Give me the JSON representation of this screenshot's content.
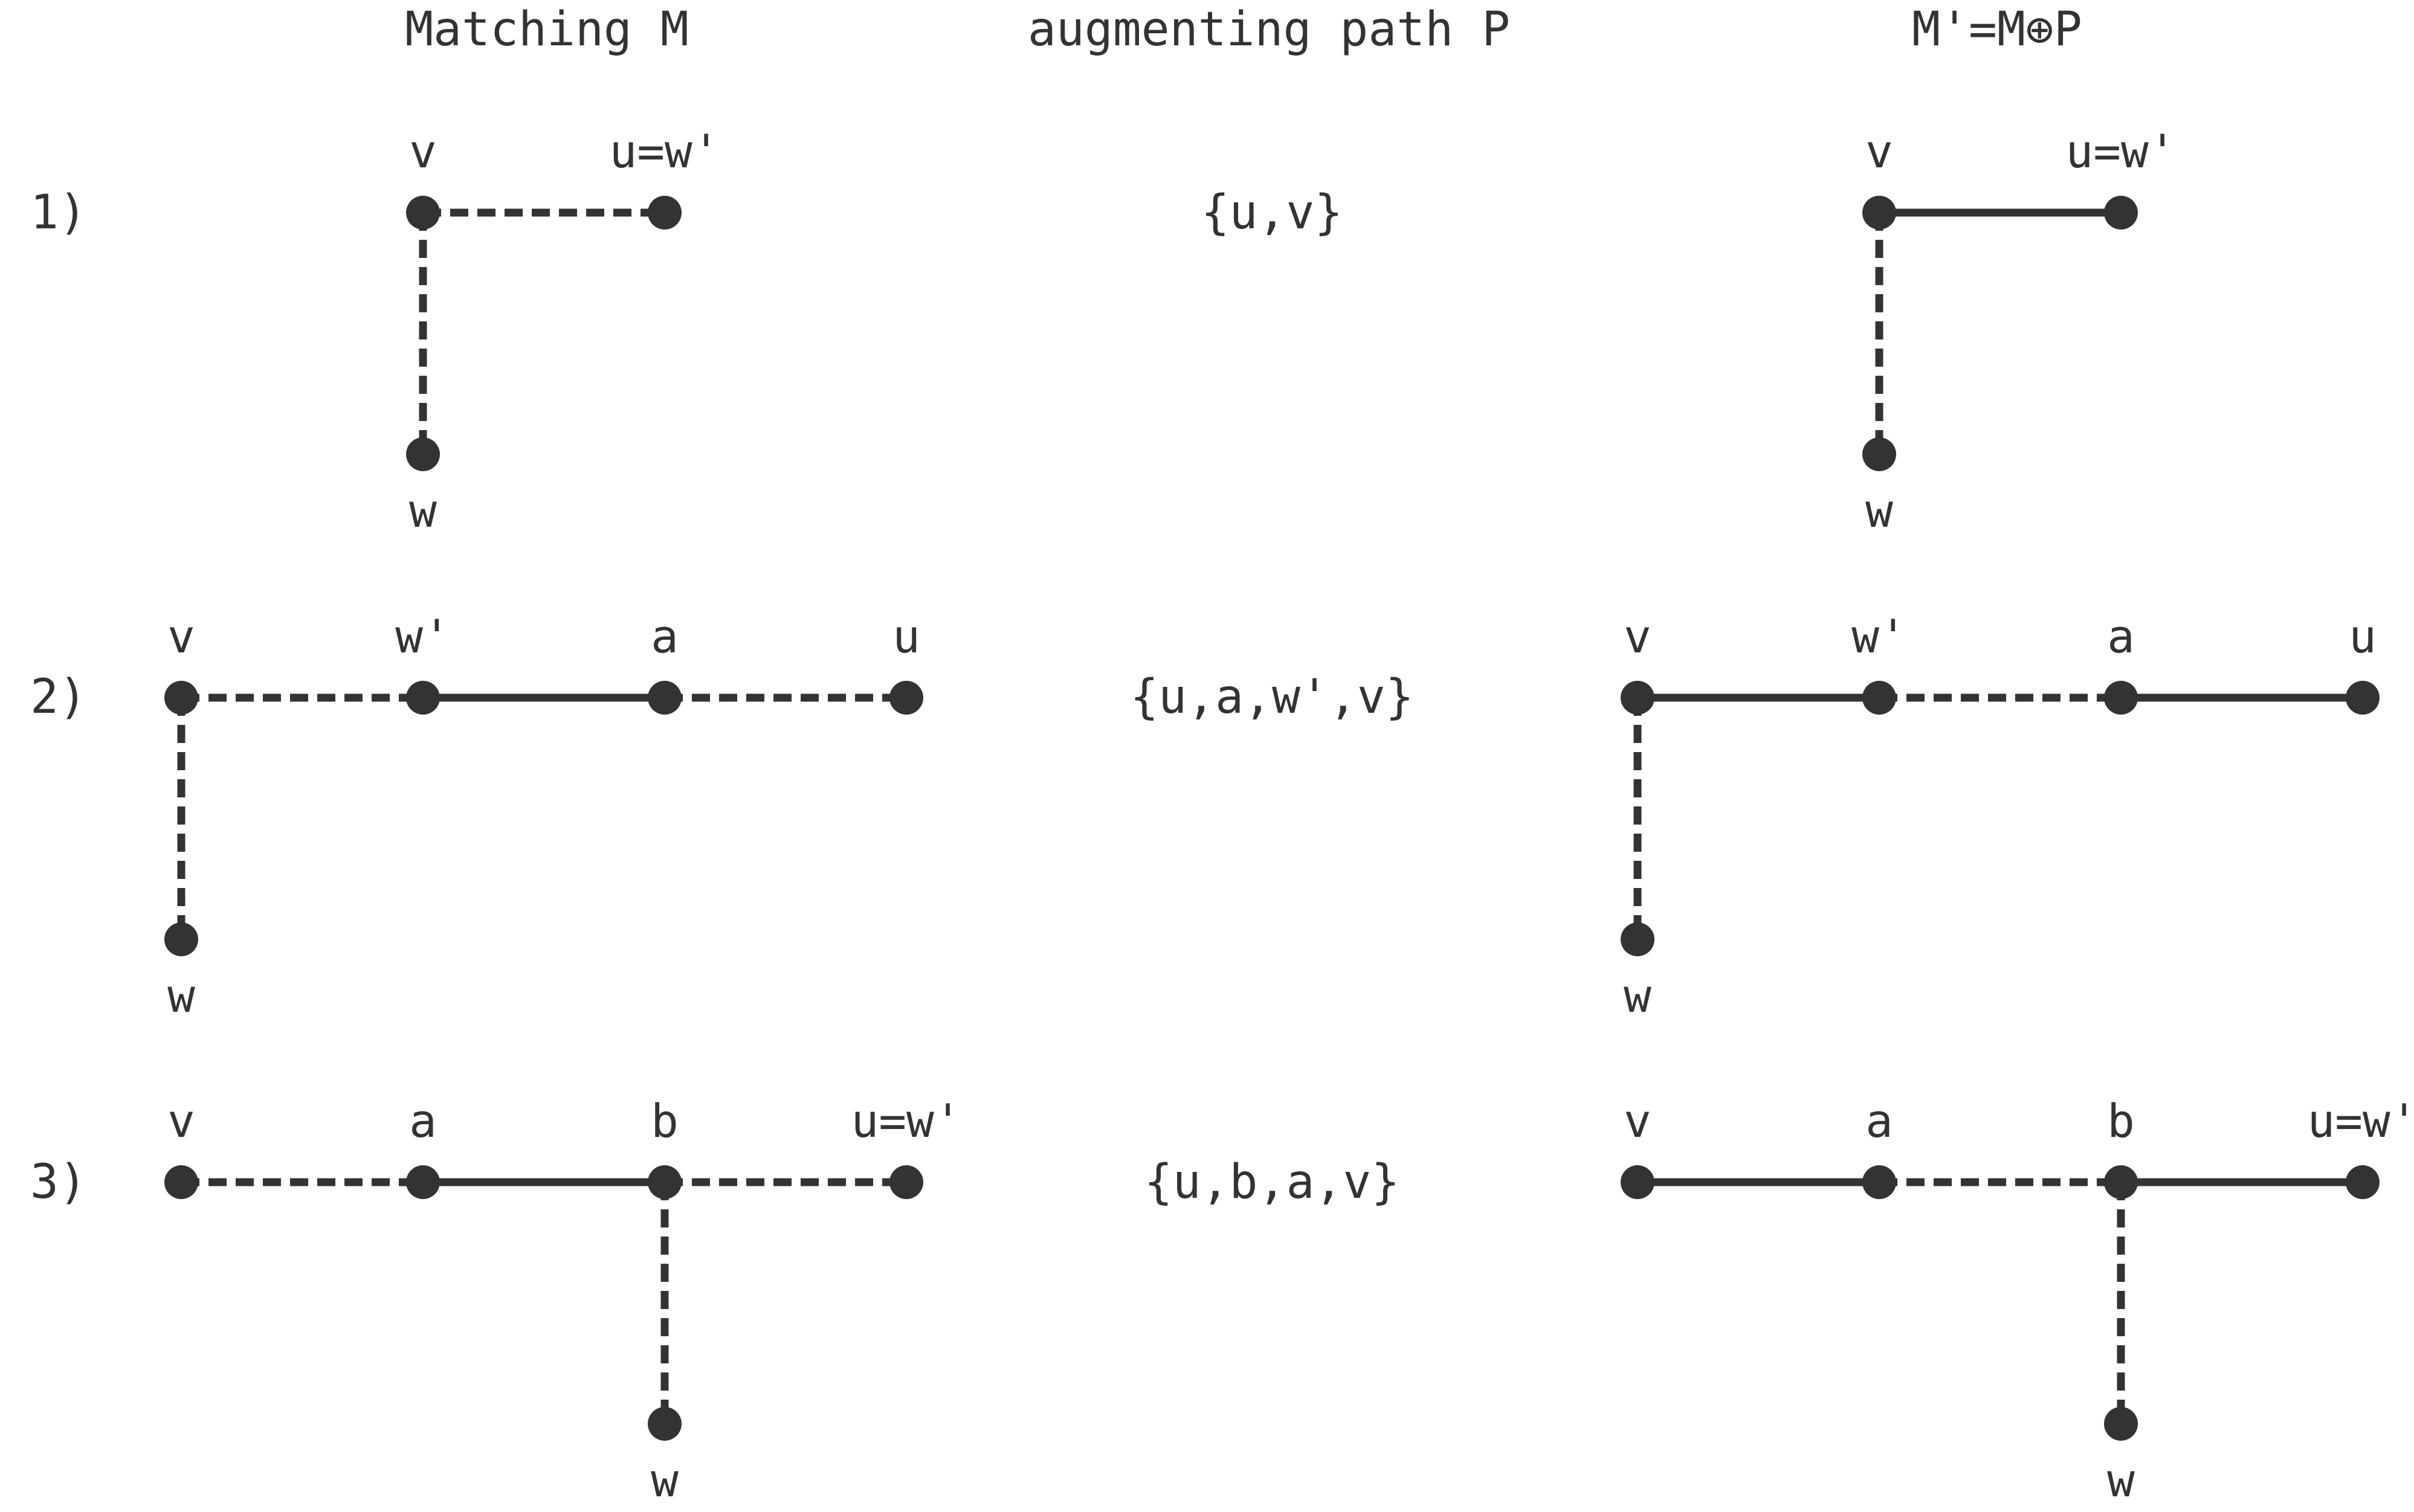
{
  "headers": {
    "matching": "Matching M",
    "augmenting": "augmenting path P",
    "result": "M'=M⊕P"
  },
  "rows": [
    {
      "label": "1)",
      "path": "{u,v}",
      "before": {
        "nodes": [
          {
            "id": "v",
            "label": "v"
          },
          {
            "id": "u",
            "label": "u=w'"
          },
          {
            "id": "w",
            "label": "w"
          }
        ],
        "edges": [
          {
            "from": "v",
            "to": "u",
            "style": "dashed"
          },
          {
            "from": "v",
            "to": "w",
            "style": "dashed"
          }
        ]
      },
      "after": {
        "nodes": [
          {
            "id": "v",
            "label": "v"
          },
          {
            "id": "u",
            "label": "u=w'"
          },
          {
            "id": "w",
            "label": "w"
          }
        ],
        "edges": [
          {
            "from": "v",
            "to": "u",
            "style": "solid"
          },
          {
            "from": "v",
            "to": "w",
            "style": "dashed"
          }
        ]
      }
    },
    {
      "label": "2)",
      "path": "{u,a,w',v}",
      "before": {
        "nodes": [
          {
            "id": "v",
            "label": "v"
          },
          {
            "id": "wp",
            "label": "w'"
          },
          {
            "id": "a",
            "label": "a"
          },
          {
            "id": "u",
            "label": "u"
          },
          {
            "id": "w",
            "label": "w"
          }
        ],
        "edges": [
          {
            "from": "v",
            "to": "wp",
            "style": "dashed"
          },
          {
            "from": "wp",
            "to": "a",
            "style": "solid"
          },
          {
            "from": "a",
            "to": "u",
            "style": "dashed"
          },
          {
            "from": "v",
            "to": "w",
            "style": "dashed"
          }
        ]
      },
      "after": {
        "nodes": [
          {
            "id": "v",
            "label": "v"
          },
          {
            "id": "wp",
            "label": "w'"
          },
          {
            "id": "a",
            "label": "a"
          },
          {
            "id": "u",
            "label": "u"
          },
          {
            "id": "w",
            "label": "w"
          }
        ],
        "edges": [
          {
            "from": "v",
            "to": "wp",
            "style": "solid"
          },
          {
            "from": "wp",
            "to": "a",
            "style": "dashed"
          },
          {
            "from": "a",
            "to": "u",
            "style": "solid"
          },
          {
            "from": "v",
            "to": "w",
            "style": "dashed"
          }
        ]
      }
    },
    {
      "label": "3)",
      "path": "{u,b,a,v}",
      "before": {
        "nodes": [
          {
            "id": "v",
            "label": "v"
          },
          {
            "id": "a",
            "label": "a"
          },
          {
            "id": "b",
            "label": "b"
          },
          {
            "id": "u",
            "label": "u=w'"
          },
          {
            "id": "w",
            "label": "w"
          }
        ],
        "edges": [
          {
            "from": "v",
            "to": "a",
            "style": "dashed"
          },
          {
            "from": "a",
            "to": "b",
            "style": "solid"
          },
          {
            "from": "b",
            "to": "u",
            "style": "dashed"
          },
          {
            "from": "b",
            "to": "w",
            "style": "dashed"
          }
        ]
      },
      "after": {
        "nodes": [
          {
            "id": "v",
            "label": "v"
          },
          {
            "id": "a",
            "label": "a"
          },
          {
            "id": "b",
            "label": "b"
          },
          {
            "id": "u",
            "label": "u=w'"
          },
          {
            "id": "w",
            "label": "w"
          }
        ],
        "edges": [
          {
            "from": "v",
            "to": "a",
            "style": "solid"
          },
          {
            "from": "a",
            "to": "b",
            "style": "dashed"
          },
          {
            "from": "b",
            "to": "u",
            "style": "solid"
          },
          {
            "from": "b",
            "to": "w",
            "style": "dashed"
          }
        ]
      }
    }
  ]
}
